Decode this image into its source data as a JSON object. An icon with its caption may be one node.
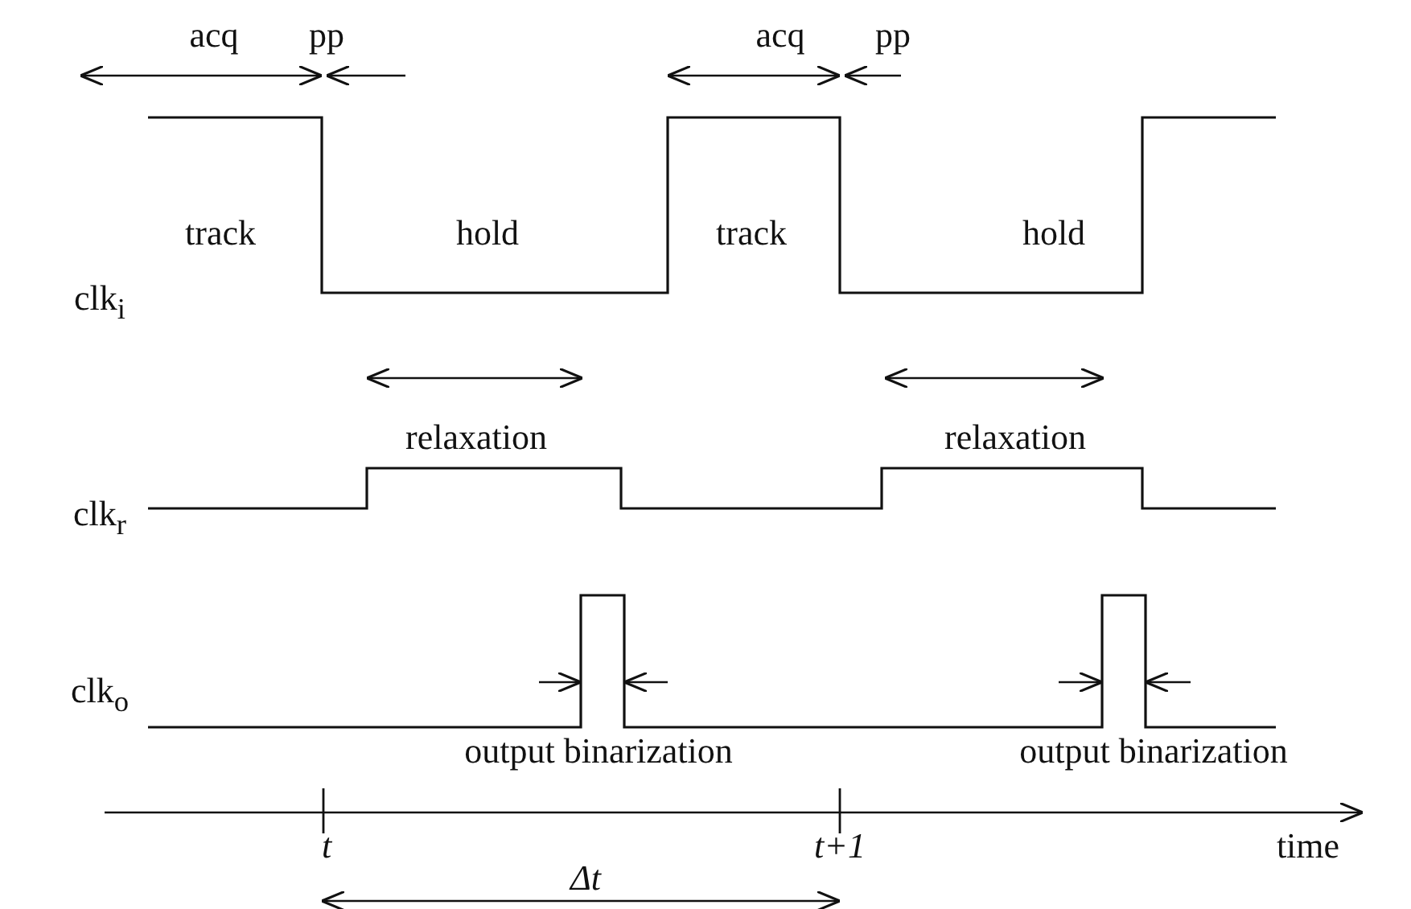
{
  "diagram": {
    "labels": [
      "acq",
      "pp",
      "acq",
      "pp",
      "clk$_{i}$",
      "track",
      "hold",
      "track",
      "hold",
      "relaxation",
      "relaxation",
      "clk$_{r}$",
      "clk$_{o}$",
      "output binarization",
      "output binarization",
      "t",
      "t+1",
      "time",
      "Δt"
    ]
  }
}
